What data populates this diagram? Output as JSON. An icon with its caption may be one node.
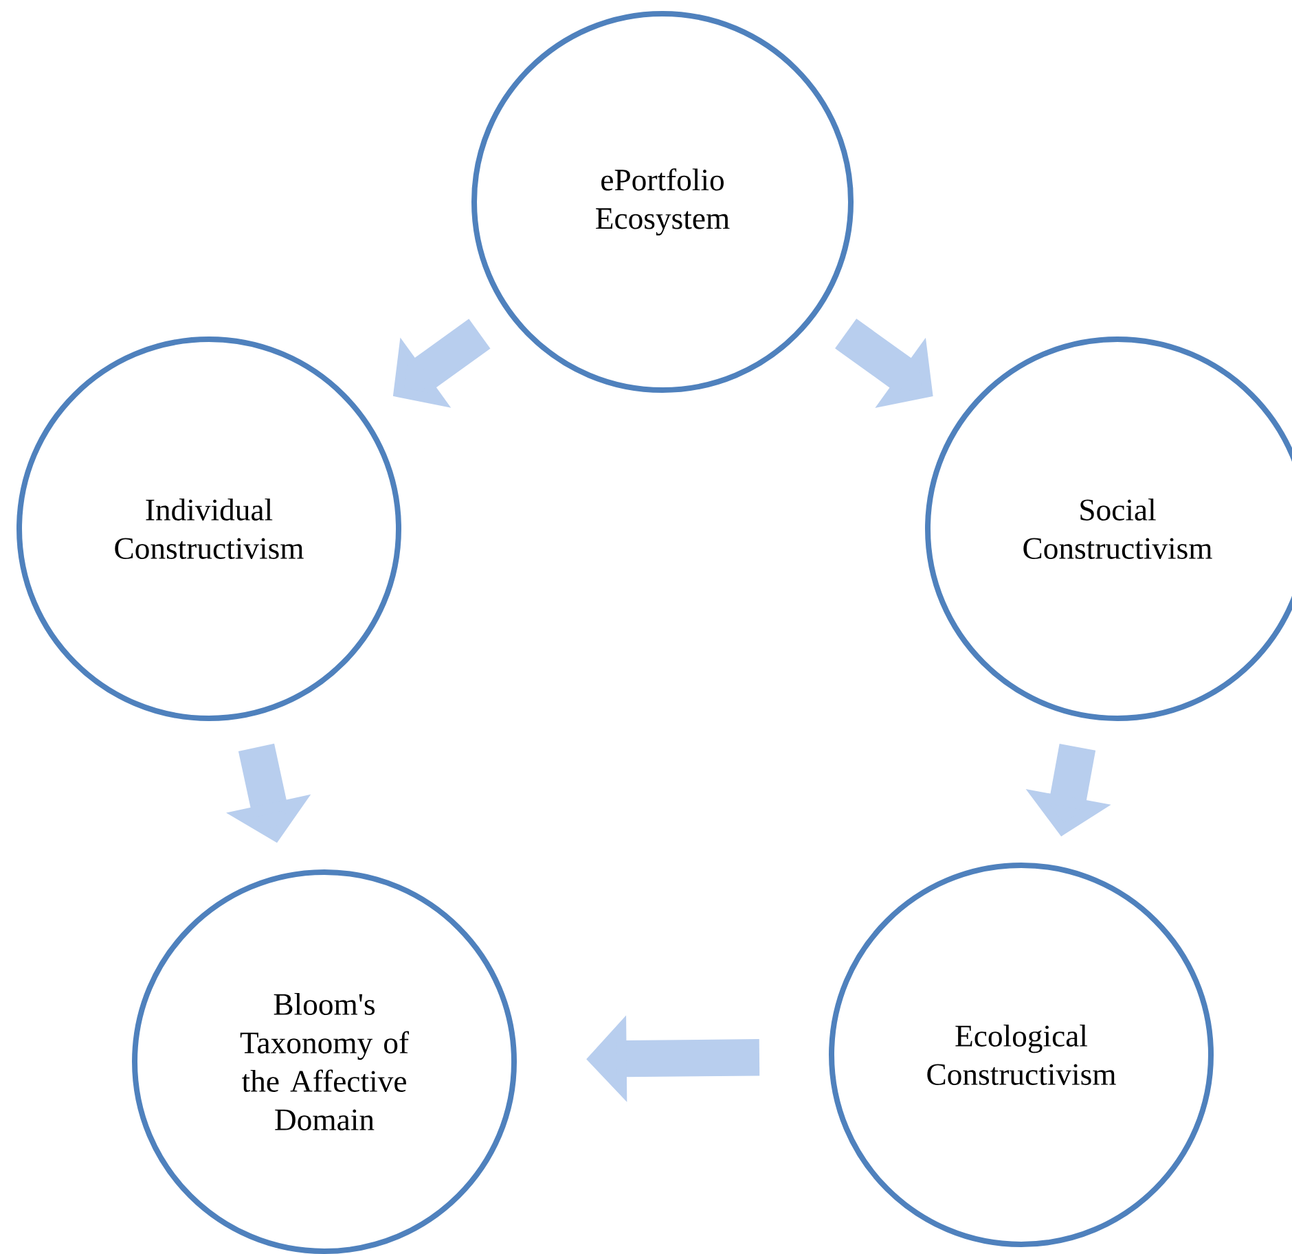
{
  "diagram": {
    "nodes": [
      {
        "text": [
          "ePortfolio Ecosystem"
        ]
      },
      {
        "text": [
          "Individual Constructivism"
        ]
      },
      {
        "text": [
          "Social Constructivism"
        ]
      },
      {
        "text": [
          "Bloom's Taxonomy of the Affective Domain"
        ]
      },
      {
        "text": [
          "Ecological Constructivism"
        ]
      }
    ],
    "edges": [
      {
        "from": 0,
        "to": 1,
        "arrow": "to"
      },
      {
        "from": 0,
        "to": 2,
        "arrow": "to"
      },
      {
        "from": 1,
        "to": 3,
        "arrow": "to"
      },
      {
        "from": 2,
        "to": 4,
        "arrow": "to"
      },
      {
        "from": 4,
        "to": 3,
        "arrow": "to"
      }
    ]
  }
}
